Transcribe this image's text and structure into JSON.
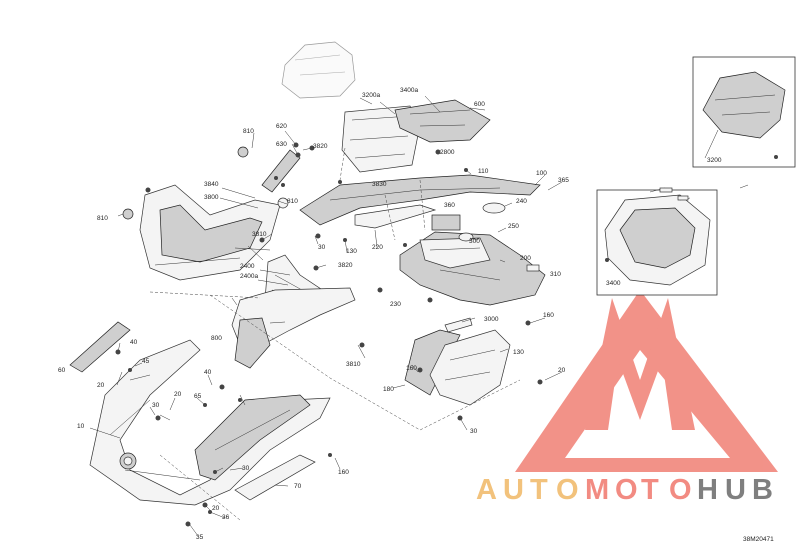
{
  "diagram": {
    "reference": "38M20471",
    "callouts": [
      {
        "id": "c3200a",
        "text": "3200a"
      },
      {
        "id": "c3400a",
        "text": "3400a"
      },
      {
        "id": "c600",
        "text": "600"
      },
      {
        "id": "c620",
        "text": "620"
      },
      {
        "id": "c630",
        "text": "630"
      },
      {
        "id": "c3820t",
        "text": "3820"
      },
      {
        "id": "c810a",
        "text": "810"
      },
      {
        "id": "c2800",
        "text": "2800"
      },
      {
        "id": "c110",
        "text": "110"
      },
      {
        "id": "c100",
        "text": "100"
      },
      {
        "id": "c365",
        "text": "365"
      },
      {
        "id": "c3840",
        "text": "3840"
      },
      {
        "id": "c3800",
        "text": "3800"
      },
      {
        "id": "c3830",
        "text": "3830"
      },
      {
        "id": "c810b",
        "text": "810"
      },
      {
        "id": "c810c",
        "text": "810"
      },
      {
        "id": "c240",
        "text": "240"
      },
      {
        "id": "c360",
        "text": "360"
      },
      {
        "id": "c250",
        "text": "250"
      },
      {
        "id": "c3810a",
        "text": "3810"
      },
      {
        "id": "c30a",
        "text": "30"
      },
      {
        "id": "c130a",
        "text": "130"
      },
      {
        "id": "c220",
        "text": "220"
      },
      {
        "id": "c300",
        "text": "300"
      },
      {
        "id": "c200",
        "text": "200"
      },
      {
        "id": "c310",
        "text": "310"
      },
      {
        "id": "c2400",
        "text": "2400"
      },
      {
        "id": "c2400a",
        "text": "2400a"
      },
      {
        "id": "c3820m",
        "text": "3820"
      },
      {
        "id": "c230",
        "text": "230"
      },
      {
        "id": "c3000",
        "text": "3000"
      },
      {
        "id": "c160a",
        "text": "160"
      },
      {
        "id": "c800",
        "text": "800"
      },
      {
        "id": "c3810b",
        "text": "3810"
      },
      {
        "id": "c130b",
        "text": "130"
      },
      {
        "id": "c160b",
        "text": "160"
      },
      {
        "id": "c180",
        "text": "180"
      },
      {
        "id": "c20a",
        "text": "20"
      },
      {
        "id": "c40a",
        "text": "40"
      },
      {
        "id": "c60",
        "text": "60"
      },
      {
        "id": "c20b",
        "text": "20"
      },
      {
        "id": "c45",
        "text": "45"
      },
      {
        "id": "c40b",
        "text": "40"
      },
      {
        "id": "c65",
        "text": "65"
      },
      {
        "id": "c20c",
        "text": "20"
      },
      {
        "id": "c30b",
        "text": "30"
      },
      {
        "id": "c10",
        "text": "10"
      },
      {
        "id": "c30c",
        "text": "30"
      },
      {
        "id": "c30d",
        "text": "30"
      },
      {
        "id": "c160c",
        "text": "160"
      },
      {
        "id": "c70",
        "text": "70"
      },
      {
        "id": "c20d",
        "text": "20"
      },
      {
        "id": "c36",
        "text": "36"
      },
      {
        "id": "c35",
        "text": "35"
      },
      {
        "id": "c3200",
        "text": "3200"
      },
      {
        "id": "c3400",
        "text": "3400"
      }
    ]
  },
  "watermark": {
    "letters": [
      "A",
      "U",
      "T",
      "O",
      "M",
      "O",
      "T",
      "O",
      "H",
      "U",
      "B"
    ],
    "colors": {
      "auto": "#f2c27c",
      "moto": "#f28b82",
      "hub": "#7f7f7f",
      "logo": "#f07f74"
    }
  }
}
